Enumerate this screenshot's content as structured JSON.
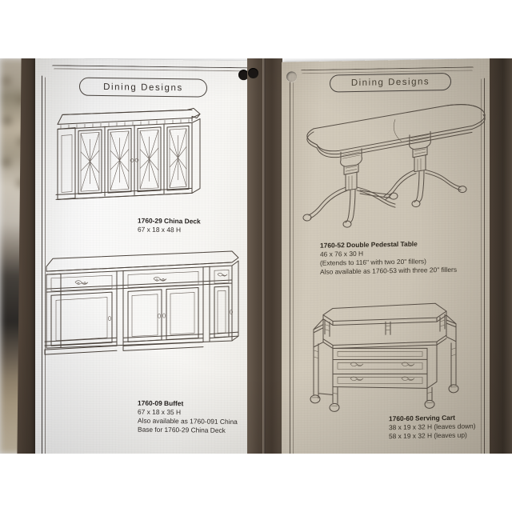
{
  "photo": {
    "subject": "open-furniture-catalog-binder",
    "background_color": "#ffffff",
    "binder_color": "#4b3f34",
    "left_page_color": "#f7f6f3",
    "right_page_color": "#cdc5b6",
    "ink_color": "#4e463f"
  },
  "left_page": {
    "header": "Dining Designs",
    "items": [
      {
        "illustration": "china-cabinet-deck",
        "title": "1760-29 China Deck",
        "lines": [
          "67 x 18 x 48 H"
        ]
      },
      {
        "illustration": "buffet-sideboard",
        "title": "1760-09 Buffet",
        "lines": [
          "67 x 18 x 35 H",
          "Also available as 1760-091 China",
          "Base for 1760-29 China Deck"
        ]
      }
    ]
  },
  "right_page": {
    "header": "Dining Designs",
    "items": [
      {
        "illustration": "double-pedestal-dining-table",
        "title": "1760-52 Double Pedestal Table",
        "lines": [
          "46 x 76 x 30 H",
          "(Extends to 116\" with two 20\" fillers)",
          "Also available as 1760-53 with three 20\" fillers"
        ]
      },
      {
        "illustration": "serving-cart-drop-leaf",
        "title": "1760-60 Serving Cart",
        "lines": [
          "38 x 19 x 32 H (leaves down)",
          "58 x 19 x 32 H (leaves up)"
        ]
      }
    ]
  }
}
